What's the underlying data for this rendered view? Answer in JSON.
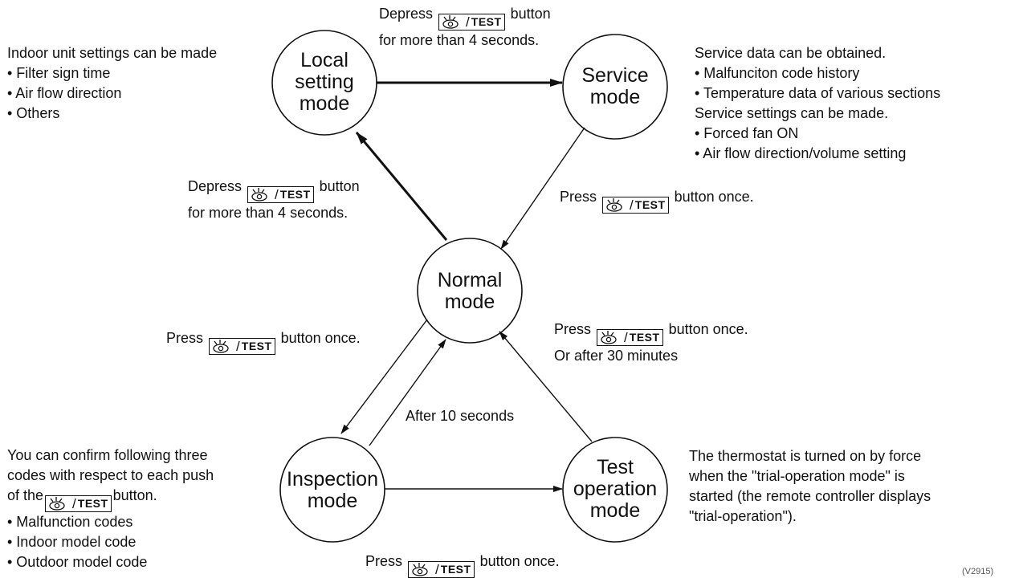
{
  "nodes": {
    "local": {
      "label_lines": [
        "Local",
        "setting",
        "mode"
      ]
    },
    "service": {
      "label_lines": [
        "Service",
        "mode"
      ]
    },
    "normal": {
      "label_lines": [
        "Normal",
        "mode"
      ]
    },
    "inspection": {
      "label_lines": [
        "Inspection",
        "mode"
      ]
    },
    "test": {
      "label_lines": [
        "Test",
        "operation",
        "mode"
      ]
    }
  },
  "button_label": {
    "slash": "/",
    "test": "TEST",
    "icon": "eye-icon"
  },
  "edge_labels": {
    "local_to_service": {
      "line1_pre": "Depress",
      "line1_post": "button",
      "line2": "for more than 4 seconds."
    },
    "normal_to_local": {
      "line1_pre": "Depress",
      "line1_post": "button",
      "line2": "for more than 4 seconds."
    },
    "service_to_normal": {
      "pre": "Press",
      "post": "button once."
    },
    "normal_to_inspection": {
      "pre": "Press",
      "post": "button once."
    },
    "test_to_normal": {
      "line1_pre": "Press",
      "line1_post": "button once.",
      "line2": "Or after 30 minutes"
    },
    "inspection_to_normal": {
      "text": "After 10 seconds"
    },
    "inspection_to_test": {
      "pre": "Press",
      "post": "button once."
    }
  },
  "notes": {
    "local": {
      "intro": "Indoor unit settings can be made",
      "items": [
        "• Filter sign time",
        "• Air flow direction",
        "• Others"
      ]
    },
    "service": {
      "intro": "Service data can be obtained.",
      "items1": [
        "• Malfunciton code history",
        "• Temperature data of various sections"
      ],
      "intro2": "Service settings can be made.",
      "items2": [
        "• Forced fan ON",
        "• Air flow direction/volume setting"
      ]
    },
    "inspection": {
      "line1": "You can confirm following three",
      "line2": "codes with respect to each push",
      "line3_pre": "of the",
      "line3_post": "button.",
      "items": [
        "• Malfunction codes",
        "• Indoor model code",
        "• Outdoor model code"
      ]
    },
    "test": {
      "lines": [
        "The thermostat is turned on by force",
        "when the \"trial-operation mode\" is",
        "started (the remote controller displays",
        "\"trial-operation\")."
      ]
    }
  },
  "figure_id": "(V2915)"
}
